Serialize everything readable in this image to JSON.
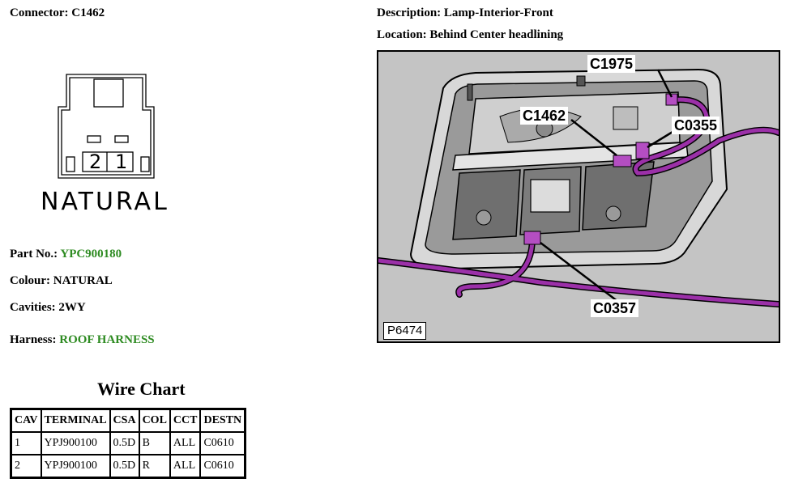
{
  "connector": {
    "label": "Connector:",
    "value": "C1462"
  },
  "description": {
    "label": "Description:",
    "value": "Lamp-Interior-Front"
  },
  "location": {
    "label": "Location:",
    "value": "Behind Center headlining"
  },
  "connector_face": {
    "pins": [
      "2",
      "1"
    ],
    "colour_text": "NATURAL"
  },
  "part": {
    "label": "Part No.:",
    "value": "YPC900180"
  },
  "colour": {
    "label": "Colour:",
    "value": "NATURAL"
  },
  "cavities": {
    "label": "Cavities:",
    "value": "2WY"
  },
  "harness": {
    "label": "Harness:",
    "value": "ROOF HARNESS"
  },
  "wire_chart": {
    "title": "Wire Chart",
    "headers": [
      "CAV",
      "TERMINAL",
      "CSA",
      "COL",
      "CCT",
      "DESTN"
    ],
    "rows": [
      [
        "1",
        "YPJ900100",
        "0.5D",
        "B",
        "ALL",
        "C0610"
      ],
      [
        "2",
        "YPJ900100",
        "0.5D",
        "R",
        "ALL",
        "C0610"
      ]
    ]
  },
  "photo": {
    "callouts": [
      "C1975",
      "C1462",
      "C0355",
      "C0357"
    ],
    "code": "P6474",
    "harness_color": "#9b30a8"
  },
  "colors": {
    "green_text": "#2e8b22",
    "photo_bg": "#c4c4c4"
  }
}
